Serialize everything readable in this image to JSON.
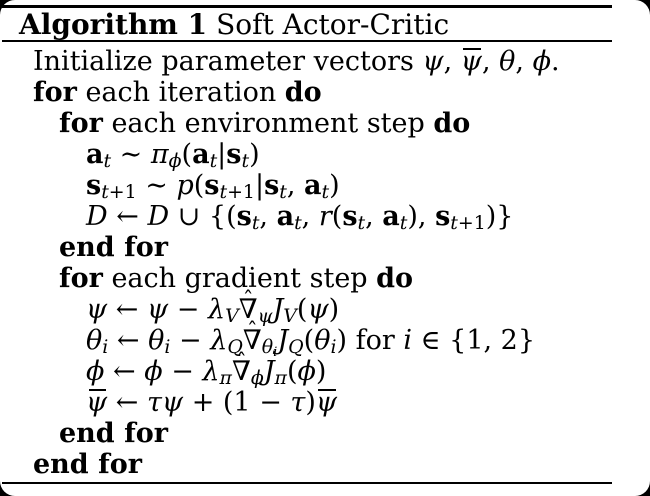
{
  "header": {
    "label": "Algorithm 1",
    "title": "Soft Actor-Critic"
  },
  "symbols": {
    "nabla": "∇",
    "hat": "ˆ"
  },
  "colors": {
    "page_bg": "#ffffff",
    "outer_bg": "#000000",
    "text": "#000000",
    "rule": "#000000"
  },
  "algorithm": {
    "lines": [
      {
        "indent": 0,
        "tokens": [
          {
            "t": "rm",
            "s": "Initialize parameter vectors "
          },
          {
            "t": "it",
            "s": "ψ"
          },
          {
            "t": "rm",
            "s": ", "
          },
          {
            "t": "bar",
            "s": "ψ"
          },
          {
            "t": "rm",
            "s": ", "
          },
          {
            "t": "it",
            "s": "θ"
          },
          {
            "t": "rm",
            "s": ", "
          },
          {
            "t": "it",
            "s": "ϕ"
          },
          {
            "t": "rm",
            "s": "."
          }
        ]
      },
      {
        "indent": 0,
        "tokens": [
          {
            "t": "kw",
            "s": "for"
          },
          {
            "t": "rm",
            "s": " each iteration "
          },
          {
            "t": "kw",
            "s": "do"
          }
        ]
      },
      {
        "indent": 1,
        "tokens": [
          {
            "t": "kw",
            "s": "for"
          },
          {
            "t": "rm",
            "s": " each environment step "
          },
          {
            "t": "kw",
            "s": "do"
          }
        ]
      },
      {
        "indent": 2,
        "tokens": [
          {
            "t": "bf",
            "s": "a"
          },
          {
            "t": "sub",
            "c": [
              {
                "t": "it",
                "s": "t"
              }
            ]
          },
          {
            "t": "rm",
            "s": " ∼ "
          },
          {
            "t": "it",
            "s": "π"
          },
          {
            "t": "sub",
            "c": [
              {
                "t": "it",
                "s": "ϕ"
              }
            ]
          },
          {
            "t": "rm",
            "s": "("
          },
          {
            "t": "bf",
            "s": "a"
          },
          {
            "t": "sub",
            "c": [
              {
                "t": "it",
                "s": "t"
              }
            ]
          },
          {
            "t": "rm",
            "s": "|"
          },
          {
            "t": "bf",
            "s": "s"
          },
          {
            "t": "sub",
            "c": [
              {
                "t": "it",
                "s": "t"
              }
            ]
          },
          {
            "t": "rm",
            "s": ")"
          }
        ]
      },
      {
        "indent": 2,
        "tokens": [
          {
            "t": "bf",
            "s": "s"
          },
          {
            "t": "sub",
            "c": [
              {
                "t": "it",
                "s": "t"
              },
              {
                "t": "rm",
                "s": "+1"
              }
            ]
          },
          {
            "t": "rm",
            "s": " ∼ "
          },
          {
            "t": "it",
            "s": "p"
          },
          {
            "t": "rm",
            "s": "("
          },
          {
            "t": "bf",
            "s": "s"
          },
          {
            "t": "sub",
            "c": [
              {
                "t": "it",
                "s": "t"
              },
              {
                "t": "rm",
                "s": "+1"
              }
            ]
          },
          {
            "t": "rm",
            "s": "|"
          },
          {
            "t": "bf",
            "s": "s"
          },
          {
            "t": "sub",
            "c": [
              {
                "t": "it",
                "s": "t"
              }
            ]
          },
          {
            "t": "rm",
            "s": ", "
          },
          {
            "t": "bf",
            "s": "a"
          },
          {
            "t": "sub",
            "c": [
              {
                "t": "it",
                "s": "t"
              }
            ]
          },
          {
            "t": "rm",
            "s": ")"
          }
        ]
      },
      {
        "indent": 2,
        "tokens": [
          {
            "t": "cal",
            "s": "D"
          },
          {
            "t": "rm",
            "s": " ← "
          },
          {
            "t": "cal",
            "s": "D"
          },
          {
            "t": "rm",
            "s": " ∪ {("
          },
          {
            "t": "bf",
            "s": "s"
          },
          {
            "t": "sub",
            "c": [
              {
                "t": "it",
                "s": "t"
              }
            ]
          },
          {
            "t": "rm",
            "s": ", "
          },
          {
            "t": "bf",
            "s": "a"
          },
          {
            "t": "sub",
            "c": [
              {
                "t": "it",
                "s": "t"
              }
            ]
          },
          {
            "t": "rm",
            "s": ", "
          },
          {
            "t": "it",
            "s": "r"
          },
          {
            "t": "rm",
            "s": "("
          },
          {
            "t": "bf",
            "s": "s"
          },
          {
            "t": "sub",
            "c": [
              {
                "t": "it",
                "s": "t"
              }
            ]
          },
          {
            "t": "rm",
            "s": ", "
          },
          {
            "t": "bf",
            "s": "a"
          },
          {
            "t": "sub",
            "c": [
              {
                "t": "it",
                "s": "t"
              }
            ]
          },
          {
            "t": "rm",
            "s": "), "
          },
          {
            "t": "bf",
            "s": "s"
          },
          {
            "t": "sub",
            "c": [
              {
                "t": "it",
                "s": "t"
              },
              {
                "t": "rm",
                "s": "+1"
              }
            ]
          },
          {
            "t": "rm",
            "s": ")}"
          }
        ]
      },
      {
        "indent": 1,
        "tokens": [
          {
            "t": "kw",
            "s": "end for"
          }
        ]
      },
      {
        "indent": 1,
        "tokens": [
          {
            "t": "kw",
            "s": "for"
          },
          {
            "t": "rm",
            "s": " each gradient step "
          },
          {
            "t": "kw",
            "s": "do"
          }
        ]
      },
      {
        "indent": 2,
        "tokens": [
          {
            "t": "it",
            "s": "ψ"
          },
          {
            "t": "rm",
            "s": " ← "
          },
          {
            "t": "it",
            "s": "ψ"
          },
          {
            "t": "rm",
            "s": " − "
          },
          {
            "t": "it",
            "s": "λ"
          },
          {
            "t": "sub",
            "c": [
              {
                "t": "it",
                "s": "V"
              }
            ]
          },
          {
            "t": "nabla"
          },
          {
            "t": "sub",
            "c": [
              {
                "t": "it",
                "s": "ψ"
              }
            ]
          },
          {
            "t": "it",
            "s": "J"
          },
          {
            "t": "sub",
            "c": [
              {
                "t": "it",
                "s": "V"
              }
            ]
          },
          {
            "t": "rm",
            "s": "("
          },
          {
            "t": "it",
            "s": "ψ"
          },
          {
            "t": "rm",
            "s": ")"
          }
        ]
      },
      {
        "indent": 2,
        "tokens": [
          {
            "t": "it",
            "s": "θ"
          },
          {
            "t": "sub",
            "c": [
              {
                "t": "it",
                "s": "i"
              }
            ]
          },
          {
            "t": "rm",
            "s": " ← "
          },
          {
            "t": "it",
            "s": "θ"
          },
          {
            "t": "sub",
            "c": [
              {
                "t": "it",
                "s": "i"
              }
            ]
          },
          {
            "t": "rm",
            "s": " − "
          },
          {
            "t": "it",
            "s": "λ"
          },
          {
            "t": "sub",
            "c": [
              {
                "t": "it",
                "s": "Q"
              }
            ]
          },
          {
            "t": "nabla"
          },
          {
            "t": "sub",
            "c": [
              {
                "t": "it",
                "s": "θ"
              },
              {
                "t": "sub",
                "c": [
                  {
                    "t": "it",
                    "s": "i"
                  }
                ]
              }
            ]
          },
          {
            "t": "it",
            "s": "J"
          },
          {
            "t": "sub",
            "c": [
              {
                "t": "it",
                "s": "Q"
              }
            ]
          },
          {
            "t": "rm",
            "s": "("
          },
          {
            "t": "it",
            "s": "θ"
          },
          {
            "t": "sub",
            "c": [
              {
                "t": "it",
                "s": "i"
              }
            ]
          },
          {
            "t": "rm",
            "s": ") for "
          },
          {
            "t": "it",
            "s": "i"
          },
          {
            "t": "rm",
            "s": " ∈ {1, 2}"
          }
        ]
      },
      {
        "indent": 2,
        "tokens": [
          {
            "t": "it",
            "s": "ϕ"
          },
          {
            "t": "rm",
            "s": " ← "
          },
          {
            "t": "it",
            "s": "ϕ"
          },
          {
            "t": "rm",
            "s": " − "
          },
          {
            "t": "it",
            "s": "λ"
          },
          {
            "t": "sub",
            "c": [
              {
                "t": "it",
                "s": "π"
              }
            ]
          },
          {
            "t": "nabla"
          },
          {
            "t": "sub",
            "c": [
              {
                "t": "it",
                "s": "ϕ"
              }
            ]
          },
          {
            "t": "it",
            "s": "J"
          },
          {
            "t": "sub",
            "c": [
              {
                "t": "it",
                "s": "π"
              }
            ]
          },
          {
            "t": "rm",
            "s": "("
          },
          {
            "t": "it",
            "s": "ϕ"
          },
          {
            "t": "rm",
            "s": ")"
          }
        ]
      },
      {
        "indent": 2,
        "tokens": [
          {
            "t": "bar",
            "s": "ψ"
          },
          {
            "t": "rm",
            "s": " ← "
          },
          {
            "t": "it",
            "s": "τ"
          },
          {
            "t": "it",
            "s": "ψ"
          },
          {
            "t": "rm",
            "s": " + (1 − "
          },
          {
            "t": "it",
            "s": "τ"
          },
          {
            "t": "rm",
            "s": ")"
          },
          {
            "t": "bar",
            "s": "ψ"
          }
        ]
      },
      {
        "indent": 1,
        "tokens": [
          {
            "t": "kw",
            "s": "end for"
          }
        ]
      },
      {
        "indent": 0,
        "tokens": [
          {
            "t": "kw",
            "s": "end for"
          }
        ]
      }
    ]
  }
}
